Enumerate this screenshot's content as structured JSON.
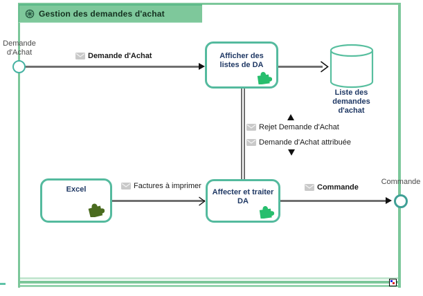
{
  "header": {
    "title": "Gestion des demandes d'achat",
    "icon": "process-wheel-icon"
  },
  "events": {
    "start": {
      "type": "start-event",
      "label": "Demande\nd'Achat"
    },
    "end": {
      "type": "end-event",
      "label": "Commande"
    }
  },
  "tasks": {
    "afficher": {
      "label": "Afficher des\nlistes de DA",
      "icon": "puzzle-icon",
      "icon_color": "#27be6d"
    },
    "excel": {
      "label": "Excel",
      "icon": "puzzle-icon",
      "icon_color": "#4a6b1f"
    },
    "affecter": {
      "label": "Affecter et traiter\nDA",
      "icon": "puzzle-icon",
      "icon_color": "#27be6d"
    }
  },
  "datastore": {
    "label": "Liste des\ndemandes\nd'achat",
    "icon": "datastore-cylinder"
  },
  "messages": {
    "demande": {
      "label": "Demande d'Achat",
      "icon": "envelope-icon",
      "bold": true
    },
    "rejet": {
      "label": "Rejet Demande d'Achat",
      "icon": "envelope-icon",
      "bold": false
    },
    "attribuee": {
      "label": "Demande d'Achat attribuée",
      "icon": "envelope-icon",
      "bold": false
    },
    "factures": {
      "label": "Factures à imprimer",
      "icon": "envelope-icon",
      "bold": false
    },
    "commande": {
      "label": "Commande",
      "icon": "envelope-icon",
      "bold": true
    }
  },
  "colors": {
    "pool_green": "#7cc79a",
    "header_green": "#7ec89b",
    "task_border_teal": "#54ba9e",
    "task_text_navy": "#1f3864",
    "flow_gray": "#6f6f6f",
    "puzzle_green": "#27be6d",
    "puzzle_dark_green": "#4a6b1f",
    "event_teal": "#3fa096",
    "envelope_gray": "#c9c9c9"
  }
}
